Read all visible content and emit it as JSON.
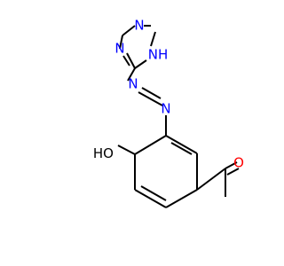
{
  "molecule": {
    "atoms": {
      "ho": "HO",
      "n_azo1": "N",
      "n_azo2": "N",
      "n_ring1": "N",
      "n_ring2": "N",
      "nh": "NH",
      "o_carbonyl": "O"
    },
    "colors": {
      "bond": "#000000",
      "nitrogen": "#0000ff",
      "oxygen": "#ff0000",
      "background": "#ffffff"
    }
  }
}
